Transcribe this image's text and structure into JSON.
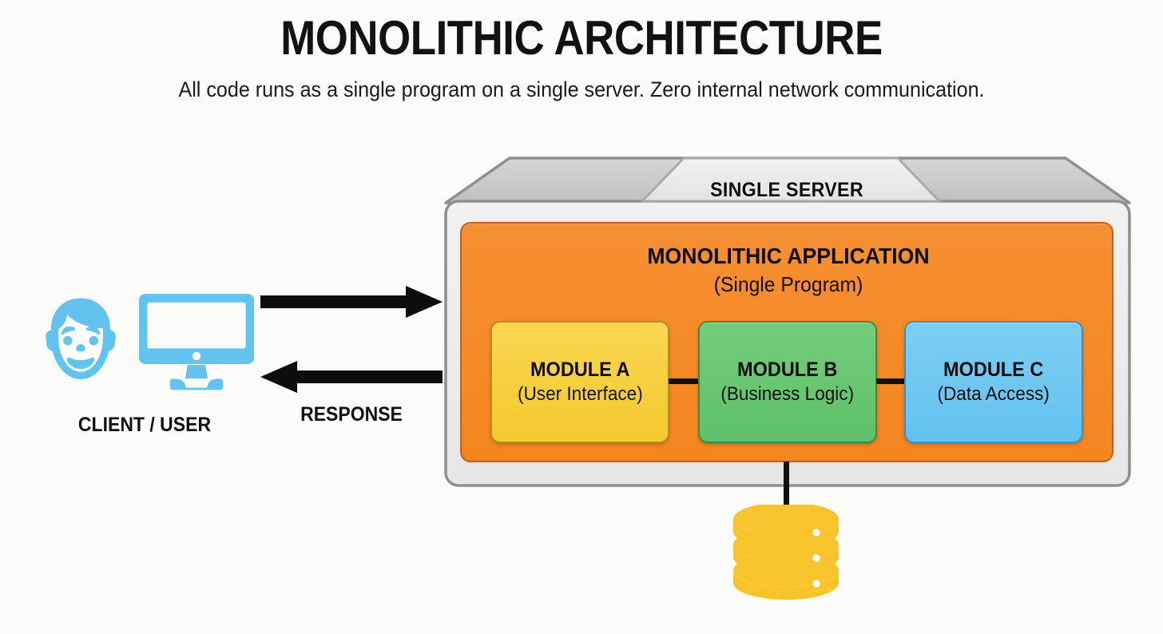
{
  "header": {
    "title": "MONOLITHIC ARCHITECTURE",
    "subtitle": "All code runs as a single program on a single server. Zero internal network communication."
  },
  "client": {
    "label": "CLIENT / USER",
    "face_icon": "user-face-icon",
    "monitor_icon": "desktop-monitor-icon",
    "color": "#62c3ef"
  },
  "flows": {
    "request": {
      "label": "",
      "direction": "right",
      "icon": "arrow-right-icon",
      "color": "#0d0d0d"
    },
    "response": {
      "label": "RESPONSE",
      "direction": "left",
      "icon": "arrow-left-icon",
      "color": "#0d0d0d"
    }
  },
  "server": {
    "label": "SINGLE SERVER",
    "body_color": "#ececec",
    "lid_color": "#c8c8c8",
    "border_color": "#8d8d8d"
  },
  "monolith": {
    "title": "MONOLITHIC APPLICATION",
    "subtitle": "(Single Program)",
    "color": "#f58a2e",
    "border_color": "#c2601b"
  },
  "modules": [
    {
      "title": "MODULE A",
      "subtitle": "(User Interface)",
      "color": "#f5c92f",
      "border_color": "#b59018"
    },
    {
      "title": "MODULE B",
      "subtitle": "(Business Logic)",
      "color": "#5ec068",
      "border_color": "#3e8a46"
    },
    {
      "title": "MODULE C",
      "subtitle": "(Data Access)",
      "color": "#63c2ef",
      "border_color": "#3a8fc0"
    }
  ],
  "connectors": {
    "a_to_b": "in-process-call",
    "b_to_c": "in-process-call",
    "c_to_db": "database-link",
    "color": "#111111"
  },
  "database": {
    "label": "",
    "icon": "database-cylinder-icon",
    "color": "#f7c52b",
    "disc_count": 3
  }
}
